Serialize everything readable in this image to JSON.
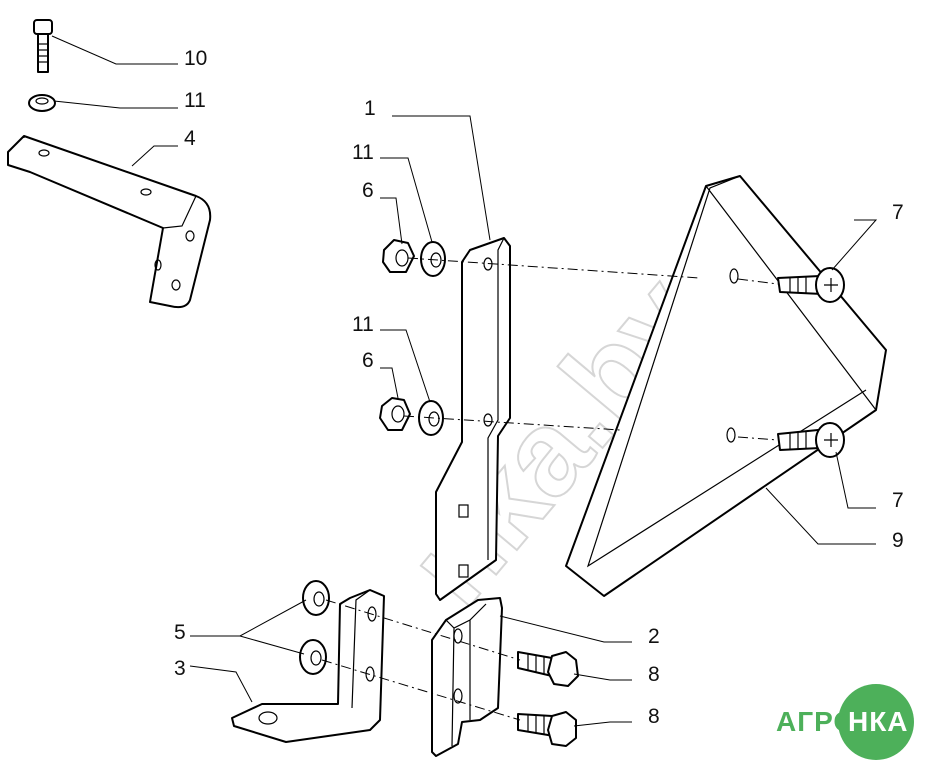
{
  "callouts": {
    "c10": "10",
    "c11a": "11",
    "c4": "4",
    "c1": "1",
    "c11b": "11",
    "c6a": "6",
    "c7a": "7",
    "c11c": "11",
    "c6b": "6",
    "c7b": "7",
    "c9": "9",
    "c5": "5",
    "c2": "2",
    "c3": "3",
    "c8a": "8",
    "c8b": "8"
  },
  "watermark": "nkа.by",
  "logo": {
    "left": "АГРО",
    "right": "НКА",
    "color": "#4db05a"
  }
}
